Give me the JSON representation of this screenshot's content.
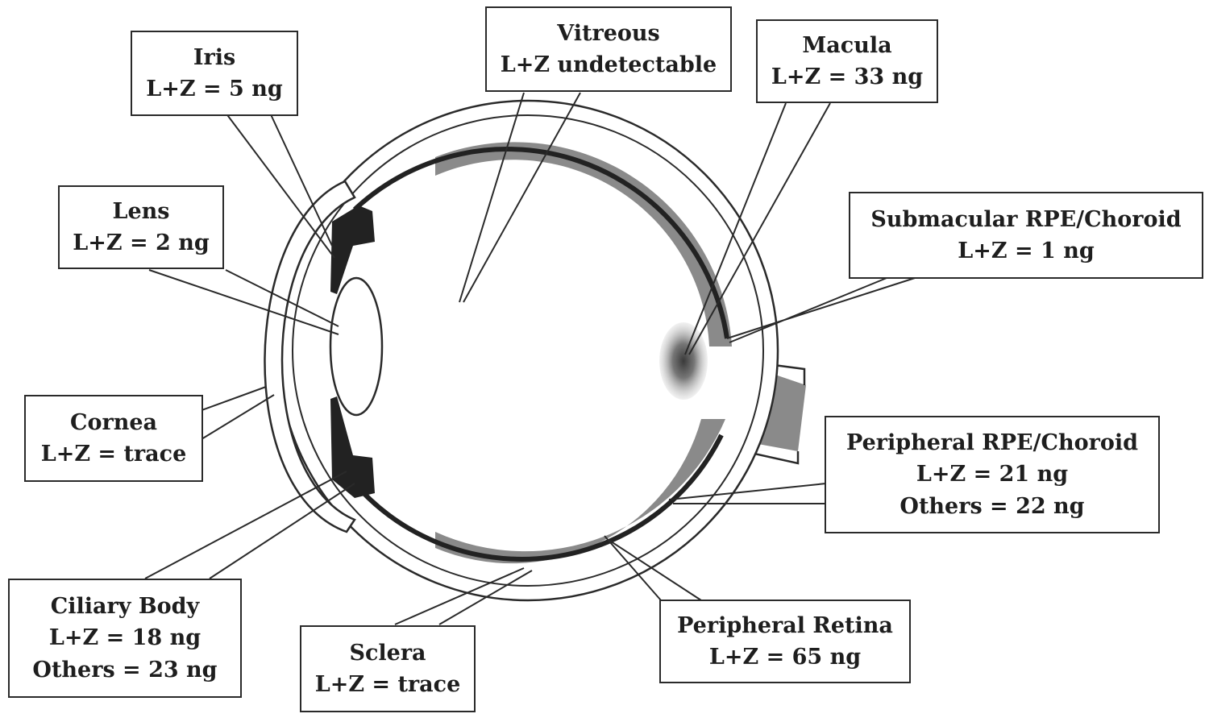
{
  "labels": {
    "iris": {
      "name": "Iris",
      "value": "L+Z = 5 ng"
    },
    "lens": {
      "name": "Lens",
      "value": "L+Z = 2 ng"
    },
    "vitreous": {
      "name": "Vitreous",
      "value": "L+Z undetectable"
    },
    "macula": {
      "name": "Macula",
      "value": "L+Z = 33 ng"
    },
    "submacular": {
      "name": "Submacular RPE/Choroid",
      "value": "L+Z = 1 ng"
    },
    "cornea": {
      "name": "Cornea",
      "value": "L+Z = trace"
    },
    "peripheral_rpe": {
      "name": "Peripheral RPE/Choroid",
      "value": "L+Z = 21 ng",
      "others": "Others = 22 ng"
    },
    "ciliary": {
      "name": "Ciliary Body",
      "value": "L+Z = 18 ng",
      "others": "Others = 23 ng"
    },
    "sclera": {
      "name": "Sclera",
      "value": "L+Z = trace"
    },
    "peripheral_retina": {
      "name": "Peripheral Retina",
      "value": "L+Z = 65 ng"
    }
  },
  "colors": {
    "outline": "#2a2a2a",
    "retina_gray": "#8a8a8a",
    "choroid_dark": "#222222",
    "macula_spot": "#555555"
  }
}
